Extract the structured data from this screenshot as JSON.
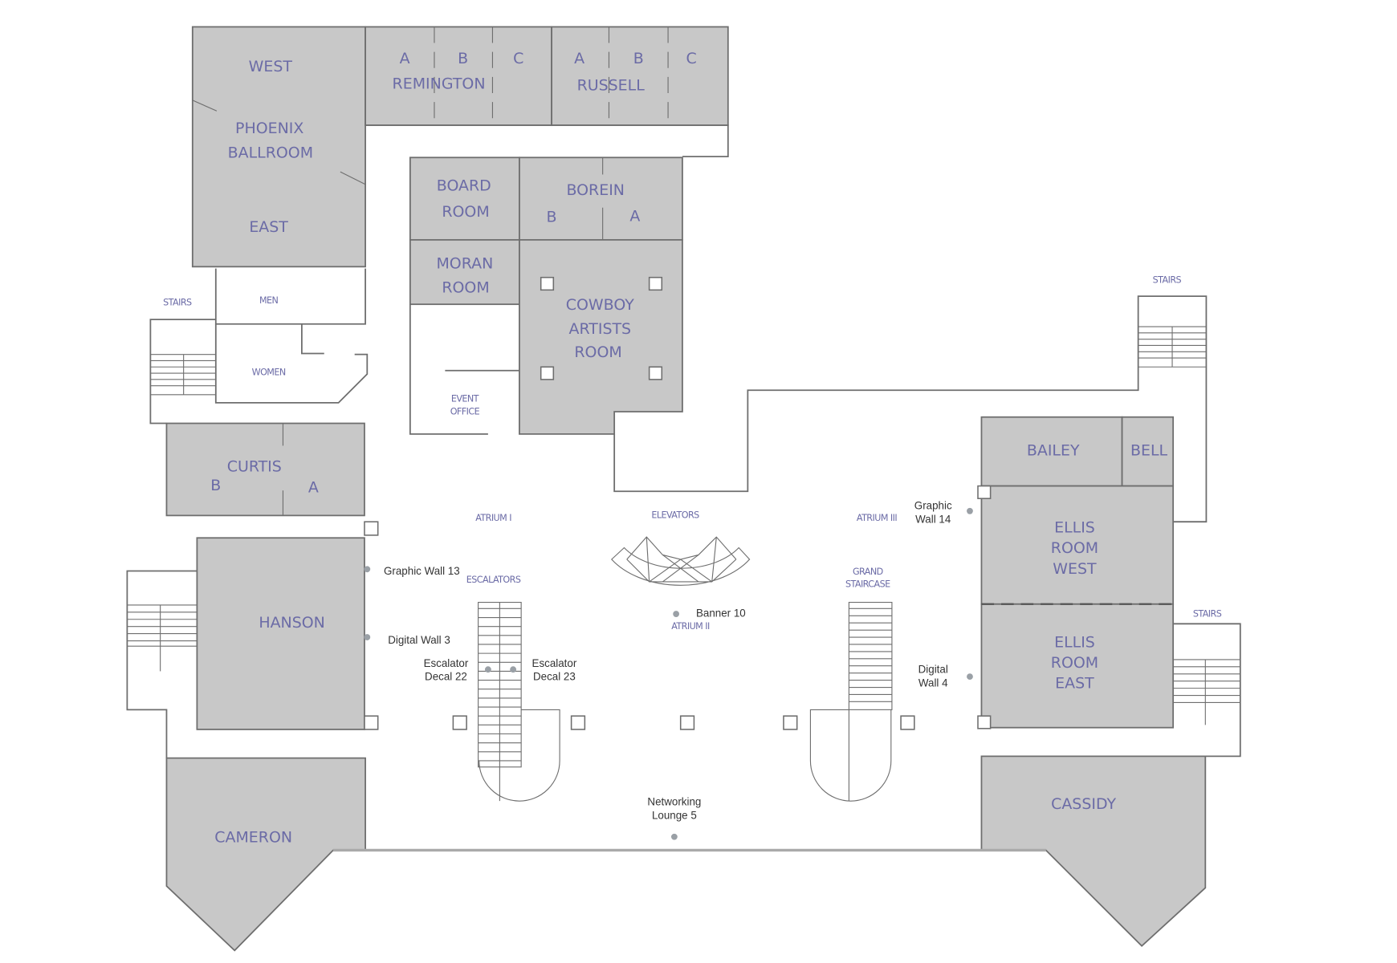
{
  "rooms": {
    "phoenix_west": "WEST",
    "phoenix_1": "PHOENIX",
    "phoenix_2": "BALLROOM",
    "phoenix_east": "EAST",
    "remington": "REMINGTON",
    "russell": "RUSSELL",
    "a": "A",
    "b": "B",
    "c": "C",
    "board_1": "BOARD",
    "board_2": "ROOM",
    "borein": "BOREIN",
    "moran_1": "MORAN",
    "moran_2": "ROOM",
    "cowboy_1": "COWBOY",
    "cowboy_2": "ARTISTS",
    "cowboy_3": "ROOM",
    "event_1": "EVENT",
    "event_2": "OFFICE",
    "men": "MEN",
    "women": "WOMEN",
    "stairs": "STAIRS",
    "curtis": "CURTIS",
    "hanson": "HANSON",
    "cameron": "CAMERON",
    "bailey": "BAILEY",
    "bell": "BELL",
    "ellis_1": "ELLIS",
    "ellis_2": "ROOM",
    "ellis_west": "WEST",
    "ellis_east": "EAST",
    "cassidy": "CASSIDY"
  },
  "areas": {
    "atrium1": "ATRIUM I",
    "atrium2": "ATRIUM II",
    "atrium3": "ATRIUM III",
    "elevators": "ELEVATORS",
    "escalators": "ESCALATORS",
    "grand": "GRAND",
    "staircase": "STAIRCASE"
  },
  "markers": {
    "gw13": "Graphic Wall 13",
    "dw3": "Digital Wall 3",
    "ed22_1": "Escalator",
    "ed22_2": "Decal 22",
    "ed23_1": "Escalator",
    "ed23_2": "Decal 23",
    "banner10": "Banner 10",
    "gw14_1": "Graphic",
    "gw14_2": "Wall 14",
    "dw4_1": "Digital",
    "dw4_2": "Wall 4",
    "nl5_1": "Networking",
    "nl5_2": "Lounge 5"
  }
}
